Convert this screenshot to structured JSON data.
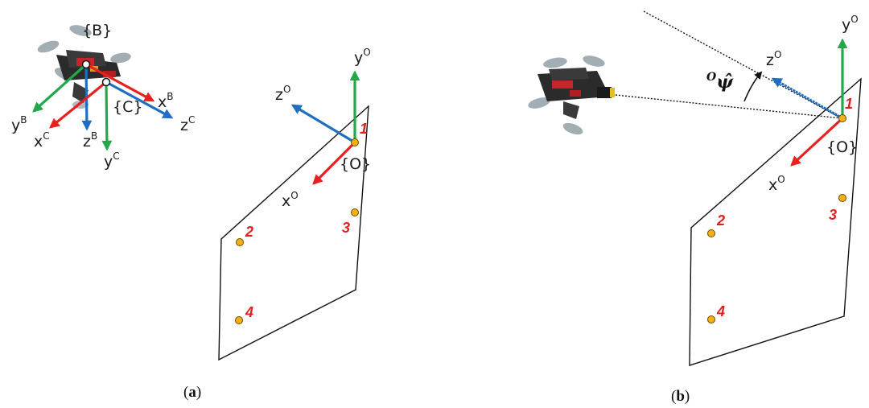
{
  "colors": {
    "x_axis": "#e8201f",
    "y_axis": "#22a84a",
    "z_axis": "#1f6fc0",
    "marker_fill": "#f2b012",
    "marker_stroke": "#6b4a00",
    "number": "#e02020"
  },
  "panel_a": {
    "caption_open": "(",
    "caption_letter": "a",
    "caption_close": ")",
    "frame_B": "{B}",
    "frame_C": "{C}",
    "frame_O": "{O}",
    "labels": {
      "xB_base": "x",
      "xB_sup": "B",
      "yB_base": "y",
      "yB_sup": "B",
      "zB_base": "z",
      "zB_sup": "B",
      "xC_base": "x",
      "xC_sup": "C",
      "yC_base": "y",
      "yC_sup": "C",
      "zC_base": "z",
      "zC_sup": "C",
      "xO_base": "x",
      "xO_sup": "O",
      "yO_base": "y",
      "yO_sup": "O",
      "zO_base": "z",
      "zO_sup": "O"
    },
    "markers": [
      "1",
      "2",
      "3",
      "4"
    ]
  },
  "panel_b": {
    "caption_open": "(",
    "caption_letter": "b",
    "caption_close": ")",
    "frame_O": "{O}",
    "angle_sup": "O",
    "angle_symbol": "ψ̂",
    "labels": {
      "xO_base": "x",
      "xO_sup": "O",
      "yO_base": "y",
      "yO_sup": "O",
      "zO_base": "z",
      "zO_sup": "O"
    },
    "markers": [
      "1",
      "2",
      "3",
      "4"
    ]
  }
}
